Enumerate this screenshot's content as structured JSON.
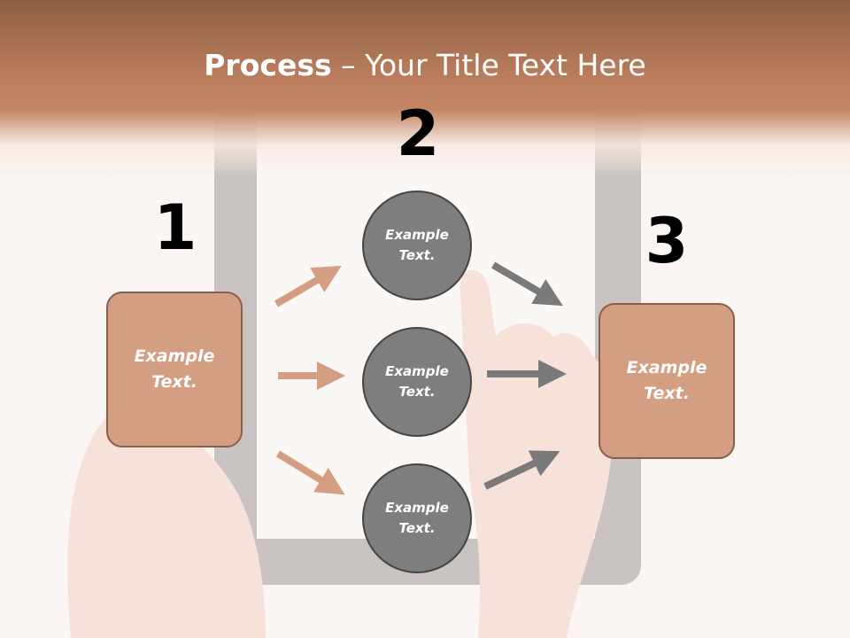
{
  "slide": {
    "title_bold": "Process",
    "title_rest": " – Your Title Text Here"
  },
  "numbers": [
    "1",
    "2",
    "3"
  ],
  "boxes": {
    "left": "Example\nText.",
    "right": "Example\nText."
  },
  "circles": [
    "Example\nText.",
    "Example\nText.",
    "Example\nText."
  ],
  "colors": {
    "header": "#b77b5b",
    "box_fill": "#d39e82",
    "box_border": "#8a5e4b",
    "circle_fill": "#7e7e7e",
    "circle_border": "#454545",
    "arrow_left": "#d39e82",
    "arrow_right": "#7a7a7a"
  }
}
